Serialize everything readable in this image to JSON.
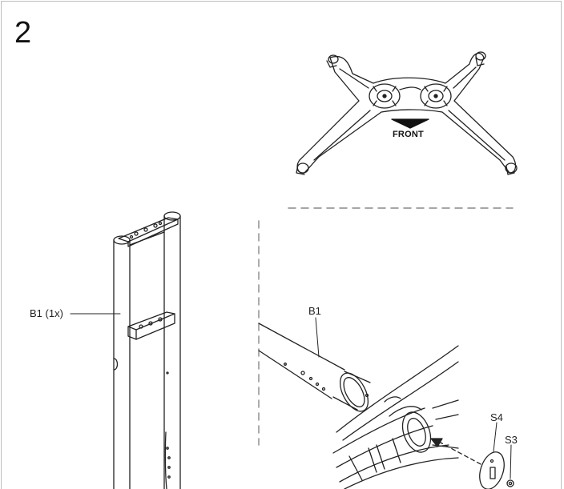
{
  "step": {
    "number": "2"
  },
  "base": {
    "front_label": "FRONT"
  },
  "column": {
    "part_label": "B1 (1x)"
  },
  "detail": {
    "tube_label": "B1",
    "washer_label": "S4",
    "screw_label": "S3"
  }
}
